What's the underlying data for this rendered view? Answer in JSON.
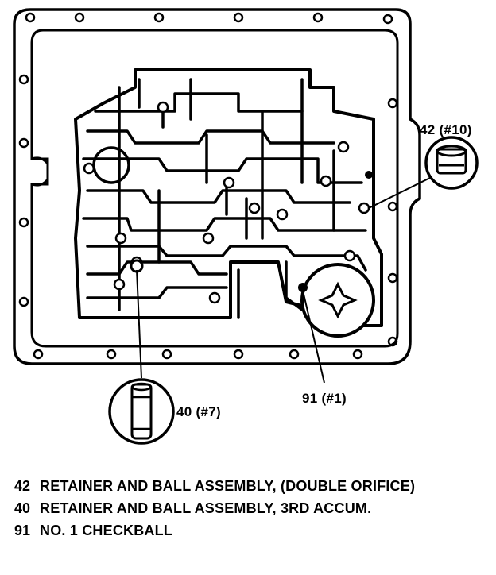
{
  "callouts": {
    "c42": "42 (#10)",
    "c40": "40 (#7)",
    "c91": "91 (#1)"
  },
  "legend": [
    {
      "num": "42",
      "text": "RETAINER AND BALL ASSEMBLY, (DOUBLE ORIFICE)"
    },
    {
      "num": "40",
      "text": "RETAINER AND BALL ASSEMBLY, 3RD ACCUM."
    },
    {
      "num": "91",
      "text": "NO. 1 CHECKBALL"
    }
  ]
}
